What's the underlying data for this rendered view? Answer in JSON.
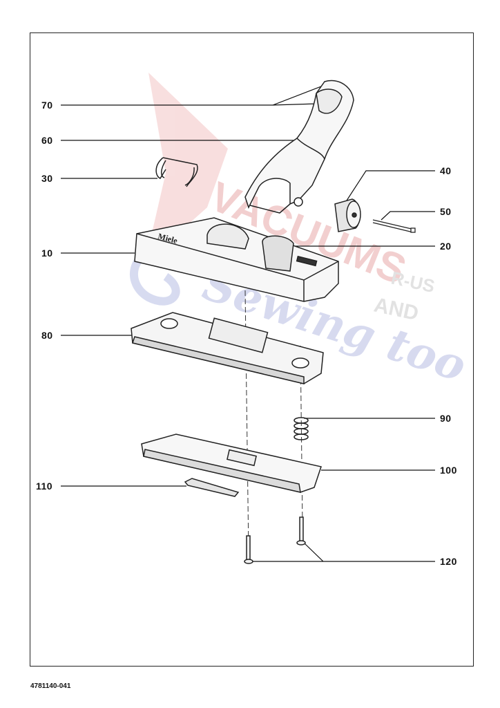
{
  "diagram": {
    "callouts": [
      {
        "id": "70",
        "label": "70"
      },
      {
        "id": "60",
        "label": "60"
      },
      {
        "id": "30",
        "label": "30"
      },
      {
        "id": "10",
        "label": "10"
      },
      {
        "id": "80",
        "label": "80"
      },
      {
        "id": "110",
        "label": "110"
      },
      {
        "id": "40",
        "label": "40"
      },
      {
        "id": "50",
        "label": "50"
      },
      {
        "id": "20",
        "label": "20"
      },
      {
        "id": "90",
        "label": "90"
      },
      {
        "id": "100",
        "label": "100"
      },
      {
        "id": "120",
        "label": "120"
      }
    ],
    "brand_on_part": "Miele",
    "document_number": "4781140-041"
  },
  "watermark": {
    "line1": "VACUUMS",
    "line2": "R-US",
    "line3": "AND",
    "line4": "Sewing too",
    "colors": {
      "red": "#e8a0a0",
      "blue": "#aab2dd",
      "gray": "#c8c8c8"
    }
  }
}
